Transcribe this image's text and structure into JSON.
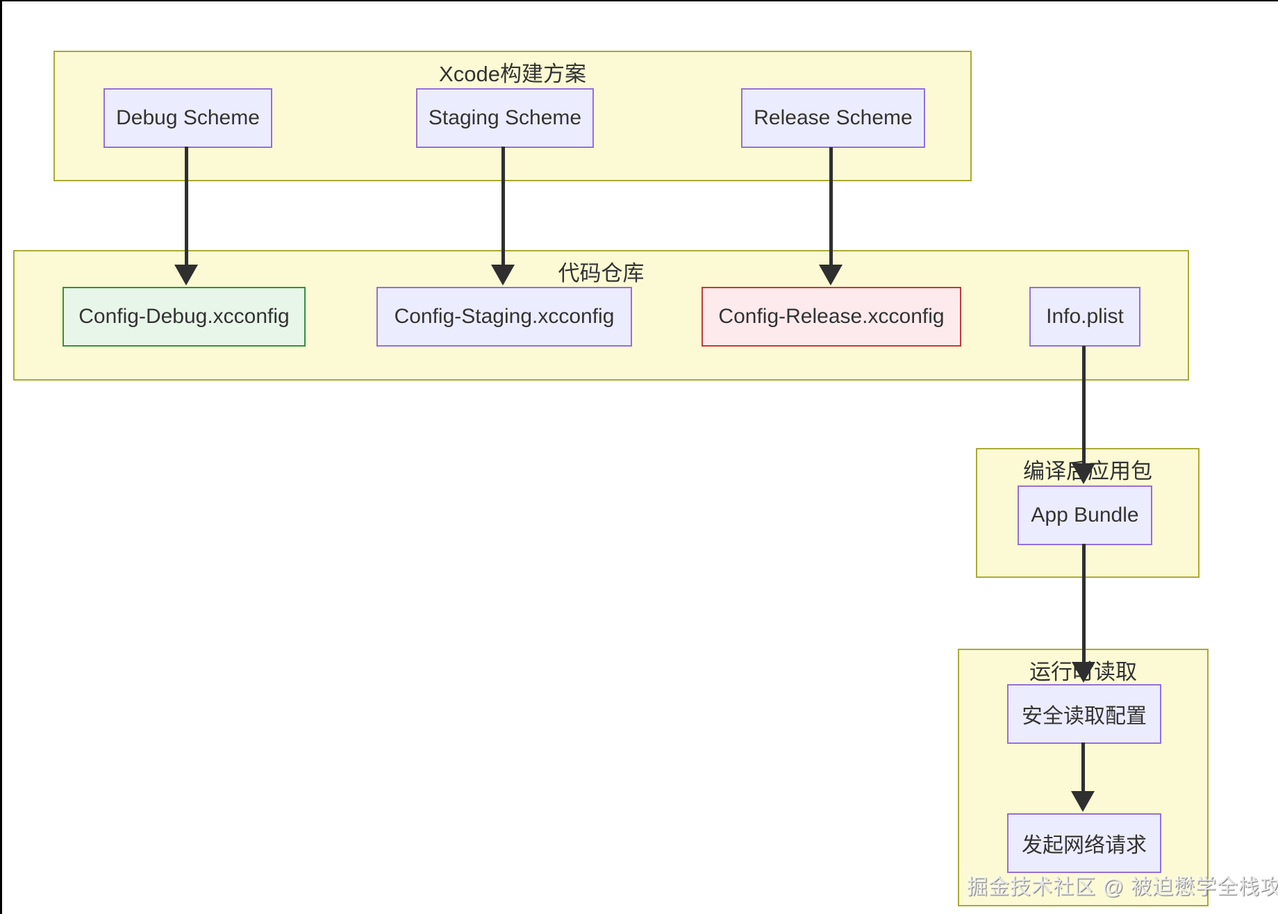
{
  "diagram": {
    "type": "flowchart",
    "clusters": [
      {
        "id": "xcode-schemes",
        "title": "Xcode构建方案",
        "nodes": [
          {
            "id": "debug-scheme",
            "label": "Debug Scheme",
            "variant": "purple"
          },
          {
            "id": "staging-scheme",
            "label": "Staging Scheme",
            "variant": "purple"
          },
          {
            "id": "release-scheme",
            "label": "Release Scheme",
            "variant": "purple"
          }
        ]
      },
      {
        "id": "code-repo",
        "title": "代码仓库",
        "nodes": [
          {
            "id": "config-debug",
            "label": "Config-Debug.xcconfig",
            "variant": "green"
          },
          {
            "id": "config-staging",
            "label": "Config-Staging.xcconfig",
            "variant": "purple"
          },
          {
            "id": "config-release",
            "label": "Config-Release.xcconfig",
            "variant": "red"
          },
          {
            "id": "info-plist",
            "label": "Info.plist",
            "variant": "purple"
          }
        ]
      },
      {
        "id": "app-bundle-cluster",
        "title": "编译后应用包",
        "nodes": [
          {
            "id": "app-bundle",
            "label": "App Bundle",
            "variant": "purple"
          }
        ]
      },
      {
        "id": "runtime-read",
        "title": "运行时读取",
        "nodes": [
          {
            "id": "safe-read-config",
            "label": "安全读取配置",
            "variant": "purple"
          },
          {
            "id": "network-request",
            "label": "发起网络请求",
            "variant": "purple"
          }
        ]
      }
    ],
    "edges": [
      {
        "from": "debug-scheme",
        "to": "config-debug"
      },
      {
        "from": "staging-scheme",
        "to": "config-staging"
      },
      {
        "from": "release-scheme",
        "to": "config-release"
      },
      {
        "from": "info-plist",
        "to": "app-bundle"
      },
      {
        "from": "app-bundle",
        "to": "safe-read-config"
      },
      {
        "from": "safe-read-config",
        "to": "network-request"
      }
    ],
    "colors": {
      "cluster_fill": "#fbfad4",
      "cluster_border": "#aaaa33",
      "node_purple_fill": "#ECECFF",
      "node_purple_border": "#9370DB",
      "node_green_fill": "#e8f5e9",
      "node_green_border": "#36903c",
      "node_red_fill": "#fdeaec",
      "node_red_border": "#c43a3a",
      "edge_color": "#2f2f2f",
      "text_color": "#333333"
    }
  },
  "watermark": "掘金技术社区 @ 被迫懋学全栈攻城狮"
}
